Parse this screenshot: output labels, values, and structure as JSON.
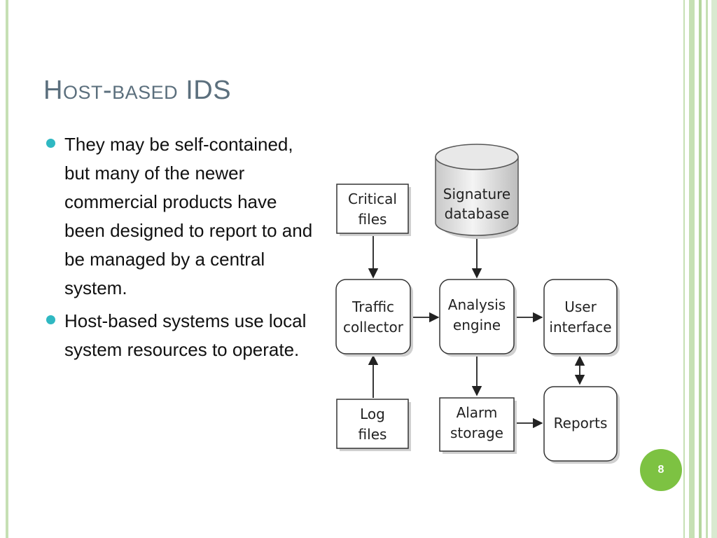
{
  "slide": {
    "title": "Host-based IDS",
    "bullets": [
      "They may be self-contained, but many of the newer commercial products have been designed to report to and be managed by a central system.",
      "Host-based systems use local system resources to operate."
    ],
    "page_number": "8"
  },
  "diagram": {
    "nodes": {
      "critical_files": [
        "Critical",
        "files"
      ],
      "signature_database": [
        "Signature",
        "database"
      ],
      "traffic_collector": [
        "Traffic",
        "collector"
      ],
      "analysis_engine": [
        "Analysis",
        "engine"
      ],
      "user_interface": [
        "User",
        "interface"
      ],
      "log_files": [
        "Log",
        "files"
      ],
      "alarm_storage": [
        "Alarm",
        "storage"
      ],
      "reports": [
        "Reports"
      ]
    }
  },
  "colors": {
    "title": "#5b6f7d",
    "bullet": "#2fb8c2",
    "page_badge": "#7dc242",
    "border": "#c6e0b4"
  }
}
